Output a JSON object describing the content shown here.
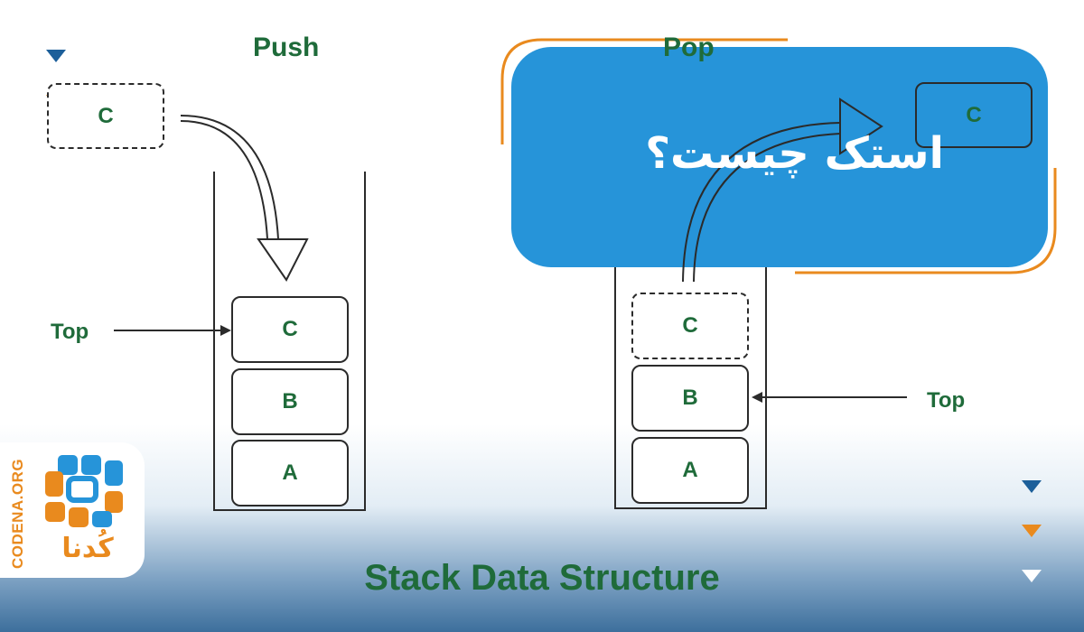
{
  "diagram": {
    "push_heading": "Push",
    "pop_heading": "Pop",
    "push": {
      "incoming_item": "C",
      "stack_items": [
        "C",
        "B",
        "A"
      ],
      "top_label": "Top"
    },
    "pop": {
      "outgoing_item": "C",
      "stack_items": [
        "C",
        "B",
        "A"
      ],
      "top_label": "Top"
    },
    "footer_title": "Stack Data Structure"
  },
  "banner": {
    "title": "استک چیست؟",
    "color": "#2694d9",
    "accent": "#e98a1e"
  },
  "logo": {
    "domain_text": "CODENA.ORG",
    "brand_text": "کُدنا",
    "colors": [
      "#2694d9",
      "#e98a1e"
    ]
  },
  "colors": {
    "label_green": "#1f6b3a",
    "marker_blue": "#1c5f9a",
    "marker_orange": "#e98a1e",
    "marker_white": "#ffffff"
  },
  "markers": {
    "left": [
      "triangle-blue-icon",
      "triangle-orange-icon"
    ],
    "right": [
      "triangle-blue-icon",
      "triangle-orange-icon",
      "triangle-white-icon"
    ]
  }
}
